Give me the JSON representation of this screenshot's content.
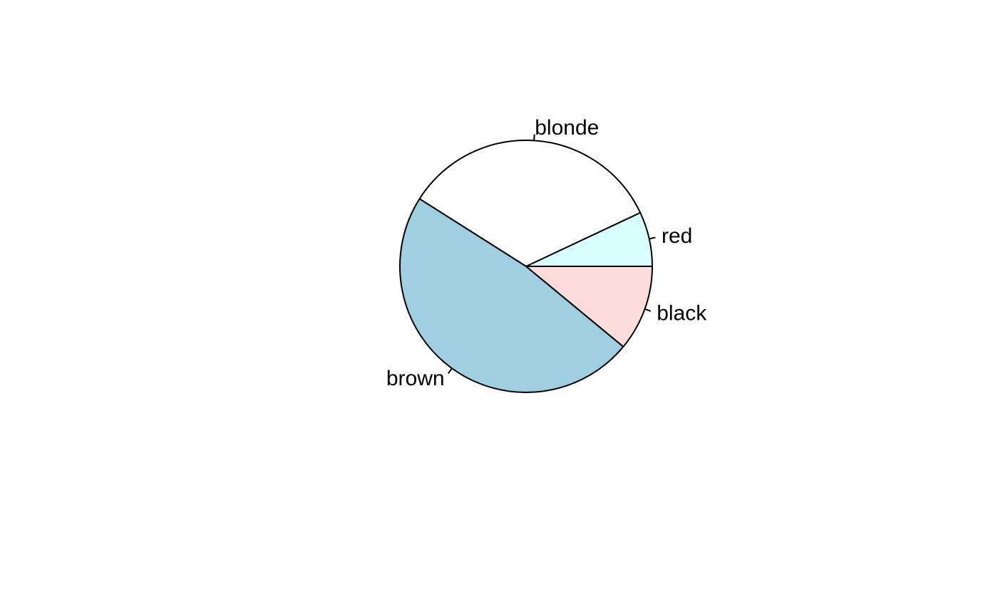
{
  "chart_data": {
    "type": "pie",
    "direction": "counterclockwise",
    "start": "3 o'clock",
    "categories": [
      "red",
      "blonde",
      "brown",
      "black"
    ],
    "values": [
      0.07,
      0.34,
      0.48,
      0.11
    ],
    "colors": [
      "#d8ffff",
      "#ffffff",
      "#9fcfe0",
      "#ffdcdc"
    ],
    "border_color": "#000000"
  }
}
